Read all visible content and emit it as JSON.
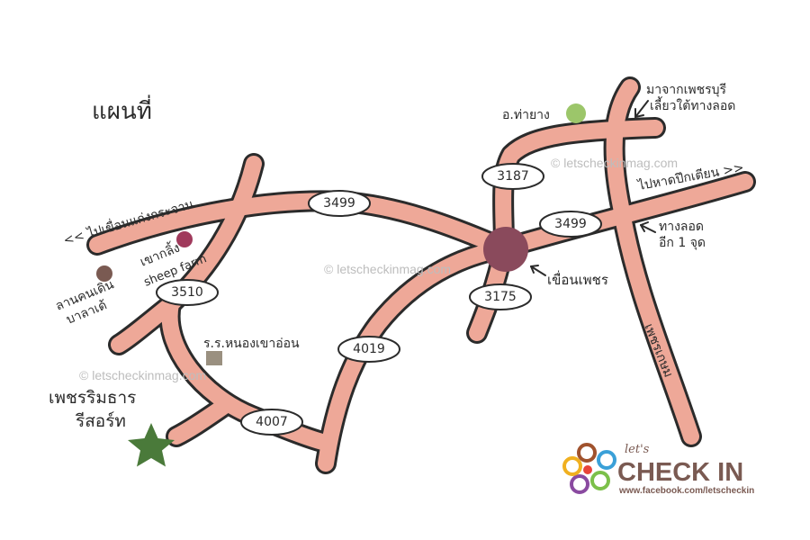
{
  "title": "แผนที่",
  "places": {
    "tha_yang": "อ.ท่ายาง",
    "from_phetchaburi": "มาจากเพชรบุรี",
    "turn_south": "เลี้ยวใต้ทางลอด",
    "to_kaeng_krachan": "<< ไปเขื่อนแก่งกระจาน",
    "to_pak_thian": "ไปหาดปึกเตียน >>",
    "underpass": "ทางลอด",
    "one_more": "อีก 1 จุด",
    "khao_kling": "เขากลิ้ง",
    "sheep_farm": "sheep farm",
    "lan_khon_doen": "ลานคนเดิน",
    "bala_de": "บาลาเด้",
    "school": "ร.ร.หนองเขาอ่อน",
    "dam": "เขื่อนเพชร",
    "resort_line1": "เพชรริมธาร",
    "resort_line2": "รีสอร์ท",
    "phetkasem": "เพชรเกษม"
  },
  "routes": {
    "r3187": "3187",
    "r3499a": "3499",
    "r3499b": "3499",
    "r3510": "3510",
    "r3175": "3175",
    "r4019": "4019",
    "r4007": "4007"
  },
  "watermarks": {
    "w1": "© letscheckinmag.com",
    "w2": "© letscheckinmag.com",
    "w3": "© letscheckinmag.com"
  },
  "brand": {
    "small": "let's",
    "name": "CHECK IN",
    "url": "www.facebook.com/letscheckin"
  },
  "colors": {
    "road": "#eea898",
    "dam_marker": "#8a4a5c",
    "tha_yang_marker": "#9cc66a",
    "khao_kling_marker": "#a03a5c",
    "bala_de_marker": "#7a5a52",
    "school_marker": "#9a9080",
    "resort_star": "#4a7a3a",
    "brand_text": "#7a5a52"
  }
}
